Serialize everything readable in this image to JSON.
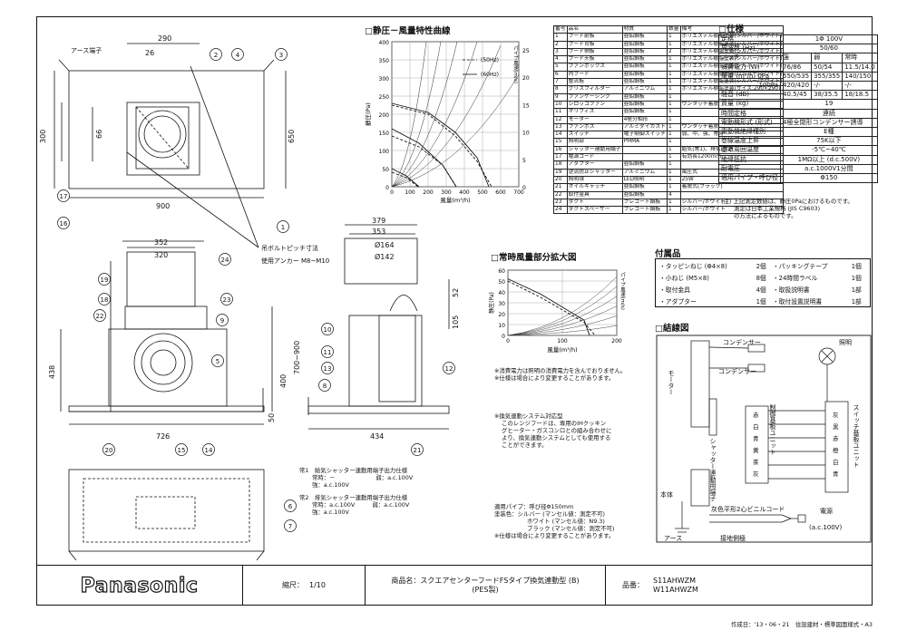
{
  "titles": {
    "curve": "□静圧－風量特性曲線",
    "enlarged": "□常時風量部分拡大図",
    "spec": "□仕様",
    "accessories": "付属品",
    "wiring": "□結線図"
  },
  "curve_chart": {
    "ylabel": "静圧(Pa)",
    "xlabel": "風量(m³/h)",
    "right_label": "パイプ風速(m/s)",
    "yticks": [
      "0",
      "50",
      "100",
      "150",
      "200",
      "250",
      "300",
      "350",
      "400"
    ],
    "xticks": [
      "0",
      "100",
      "200",
      "300",
      "400",
      "500",
      "600",
      "700"
    ],
    "rticks": [
      "0",
      "5",
      "10",
      "15",
      "20",
      "25"
    ],
    "legend": [
      "(50Hz)",
      "(60Hz)"
    ]
  },
  "enlarged_chart": {
    "ylabel": "静圧(Pa)",
    "xlabel": "風量(m³/h)",
    "right_label": "パイプ風速(m/s)",
    "yticks": [
      "0",
      "10",
      "20",
      "30",
      "40",
      "50",
      "60"
    ],
    "xticks": [
      "0",
      "100",
      "200"
    ]
  },
  "parts_header": [
    "番号",
    "品名",
    "材質",
    "数量",
    "備考"
  ],
  "parts": [
    [
      "1",
      "フード前板",
      "亜鉛鋼板",
      "1",
      "ポリエステル樹脂塗装(シルバー/ホワイト)"
    ],
    [
      "2",
      "フード背板",
      "亜鉛鋼板",
      "1",
      "ポリエステル樹脂塗装(シルバー/ホワイト)"
    ],
    [
      "3",
      "フード側板",
      "亜鉛鋼板",
      "2",
      "ポリエステル樹脂塗装(シルバー/ホワイト)"
    ],
    [
      "4",
      "フード天板",
      "亜鉛鋼板",
      "1",
      "ポリエステル樹脂塗装(シルバー/ホワイト)"
    ],
    [
      "5",
      "ファンボックス",
      "亜鉛鋼板",
      "1",
      "ポリエステル樹脂塗装(シルバー/ホワイト)"
    ],
    [
      "6",
      "内フード",
      "亜鉛鋼板",
      "1",
      "ポリエステル樹脂塗装(シルバー/ホワイト)"
    ],
    [
      "7",
      "整流板",
      "亜鉛鋼板",
      "1",
      "ポリエステル樹脂塗装(シルバー/ホワイト)"
    ],
    [
      "8",
      "グリスフィルター",
      "アルミニウム",
      "1",
      "ポリエステル樹脂塗装(サイズ:290×290)"
    ],
    [
      "9",
      "ファンケーシング",
      "亜鉛鋼板",
      "1",
      ""
    ],
    [
      "10",
      "シロッコファン",
      "亜鉛鋼板",
      "1",
      "ワンタッチ着脱"
    ],
    [
      "11",
      "オリフィス",
      "亜鉛鋼板",
      "1",
      ""
    ],
    [
      "12",
      "モーター",
      "4極分相形",
      "1",
      ""
    ],
    [
      "13",
      "ファンボス",
      "アルミダイカスト",
      "1",
      "ワンタッチ着脱"
    ],
    [
      "14",
      "スイッチ",
      "電子制御スイッチ",
      "1",
      "弱、中、強、常時"
    ],
    [
      "15",
      "照明部",
      "PMMA",
      "1",
      ""
    ],
    [
      "16",
      "シャッター連動用端子",
      "",
      "1",
      "給気(常1)、排気(常2)"
    ],
    [
      "17",
      "電源コード",
      "",
      "1",
      "有効長1200mm"
    ],
    [
      "18",
      "アダプター",
      "亜鉛鋼板",
      "1",
      ""
    ],
    [
      "19",
      "逆流防止シャッター",
      "アルミニウム",
      "1",
      "風圧式"
    ],
    [
      "20",
      "照明球",
      "LED照明",
      "1",
      "25W"
    ],
    [
      "21",
      "オイルキャッチ",
      "亜鉛鋼板",
      "1",
      "着脱式(ブラック)"
    ],
    [
      "22",
      "取付金具",
      "亜鉛鋼板",
      "4",
      ""
    ],
    [
      "23",
      "ダクト",
      "プレコート鋼板",
      "1",
      "シルバー/ホワイト"
    ],
    [
      "24",
      "ダクトスペーサー",
      "プレコート鋼板",
      "1",
      "シルバー/ホワイト"
    ]
  ],
  "spec": {
    "rating_label": "定格",
    "rating_value": "1Φ 100V",
    "freq_label": "周波数 (Hz)",
    "freq_value": "50/60",
    "notch_header": [
      "ノッチ",
      "強",
      "弱",
      "常時"
    ],
    "power_label": "消費電力 (W)",
    "power_values": [
      "76/86",
      "50/54",
      "11.5/14.0"
    ],
    "airflow_label": "風量 (m³/h)",
    "airflow_0": [
      "0Pa",
      "550/535",
      "355/355",
      "140/150"
    ],
    "airflow_100": [
      "100Pa",
      "420/420",
      "-/-",
      "-/-"
    ],
    "noise_label": "騒音 (dB)",
    "noise_values": [
      "40.5/45",
      "38/35.5",
      "18/18.5"
    ],
    "mass_label": "質量 (kg)",
    "mass_value": "19",
    "time_label": "時間定格",
    "time_value": "連続",
    "motor_label": "電動機形式 (形式)",
    "motor_value": "4極全閉形コンデンサー誘導",
    "insul_class_label": "電動機絶縁種別",
    "insul_class_value": "E種",
    "temp_rise_label": "巻線温度上昇",
    "temp_rise_value": "75K以下",
    "ambient_label": "基準周囲温度",
    "ambient_value": "-5℃~40℃",
    "insul_res_label": "絶縁抵抗",
    "insul_res_value": "1MΩ以上 (d.c.500V)",
    "withstand_label": "耐電圧",
    "withstand_value": "a.c.1000V1分間",
    "pipe_label": "適用パイプ・呼び径",
    "pipe_value": "Φ150",
    "note1": "(注) 上記測定数値は、静圧0Paにおけるものです。",
    "note2": "測定は日本工業規格 (JIS C9603)",
    "note3": "の方法によるものです。"
  },
  "accessories": [
    [
      "・タッピンねじ (Φ4×8)",
      "2個",
      "・パッキングテープ",
      "1個"
    ],
    [
      "・小ねじ (M5×8)",
      "8個",
      "・24時間ラベル",
      "1個"
    ],
    [
      "・取付金具",
      "4個",
      "・取扱説明書",
      "1部"
    ],
    [
      "・アダプター",
      "1個",
      "・取付設置説明書",
      "1部"
    ]
  ],
  "wiring": {
    "condenser1": "コンデンサー",
    "condenser2": "コンデンサー",
    "motor": "モーター",
    "light": "照明",
    "control_unit": "制御基板ユニット",
    "switch_unit": "スイッチ基板ユニット",
    "shutter_terminal": "シャッター連動用端子",
    "body": "本体",
    "ground": "アース",
    "ground_side": "接地側極",
    "cord": "灰色平形2心ビニルコード",
    "power": "電源",
    "power_value": "(a.c.100V)",
    "colors_left": [
      "赤",
      "白",
      "青",
      "黄",
      "茶",
      "灰"
    ],
    "colors_right": [
      "灰",
      "黒",
      "赤",
      "橙",
      "白",
      "青"
    ]
  },
  "dims_top": {
    "d290": "290",
    "d26": "26",
    "d300": "300",
    "d66": "66",
    "d650": "650",
    "d900": "900",
    "earth_terminal": "アース端子",
    "bolt_pitch": "吊ボルトピッチ寸法",
    "anchor": "使用アンカー M8~M10"
  },
  "dims_front": {
    "d352": "352",
    "d320": "320",
    "d438": "438",
    "d400": "400",
    "d700_900": "700~900",
    "d50": "50",
    "d726": "726"
  },
  "dims_side": {
    "d379": "379",
    "d353": "353",
    "d164": "Ø164",
    "d142": "Ø142",
    "d52": "52",
    "d105": "105",
    "d434": "434"
  },
  "notes_mid": [
    "※消費電力は照明の消費電力を含んでおりません。",
    "※仕様は場合により変更することがあります。"
  ],
  "ventilation_notes": [
    "※換気連動システム対応型",
    "このレンジフードは、専用のIHクッキン",
    "グヒーター・ガスコンロとの組み合わせに",
    "より、換気連動システムとしても使用する",
    "ことができます。"
  ],
  "shutter_notes": [
    "常1　給気シャッター連動用端子出力仕様",
    "常時：－　　　　　　　弱：a.c.100V",
    "強：a.c.100V",
    "常2　排気シャッター連動用端子出力仕様",
    "常時：a.c.100V　　　弱：a.c.100V",
    "強：a.c.100V"
  ],
  "pipe_notes": [
    "適用パイプ：呼び径Φ150mm",
    "塗装色：シルバー (マンセル値：測定不可)",
    "ホワイト (マンセル値：N9.3)",
    "ブラック (マンセル値：測定不可)",
    "※仕様は場合により変更することがあります。"
  ],
  "callouts": [
    "1",
    "2",
    "3",
    "4",
    "5",
    "6",
    "7",
    "8",
    "9",
    "10",
    "11",
    "12",
    "13",
    "14",
    "15",
    "16",
    "17",
    "18",
    "19",
    "20",
    "21",
    "22",
    "23",
    "24"
  ],
  "title_block": {
    "brand": "Panasonic",
    "scale_label": "縮尺：",
    "scale_value": "1/10",
    "product_label": "商品名：",
    "product_value": "スクエアセンターフードFSタイプ換気連動型 (B)",
    "product_value2": "(PES製)",
    "model_label": "品番：",
    "model1": "S11AHWZM",
    "model2": "W11AHWZM",
    "footer": "作成日：'13・06・21　住設建材・標準図面様式・A3"
  }
}
